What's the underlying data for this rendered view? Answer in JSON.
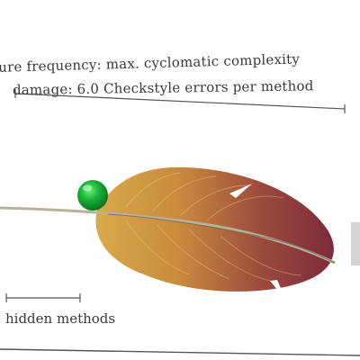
{
  "caption": {
    "line1": "ture frequency: max. cyclomatic complexity",
    "line2": "damage: 6.0 Checkstyle errors per method"
  },
  "legend": {
    "label": "hidden methods"
  },
  "feather": {
    "colors": {
      "base": "#c9973f",
      "tip": "#7e2a3b",
      "shaft": "#b7b29a",
      "node": "#14a62e"
    }
  }
}
